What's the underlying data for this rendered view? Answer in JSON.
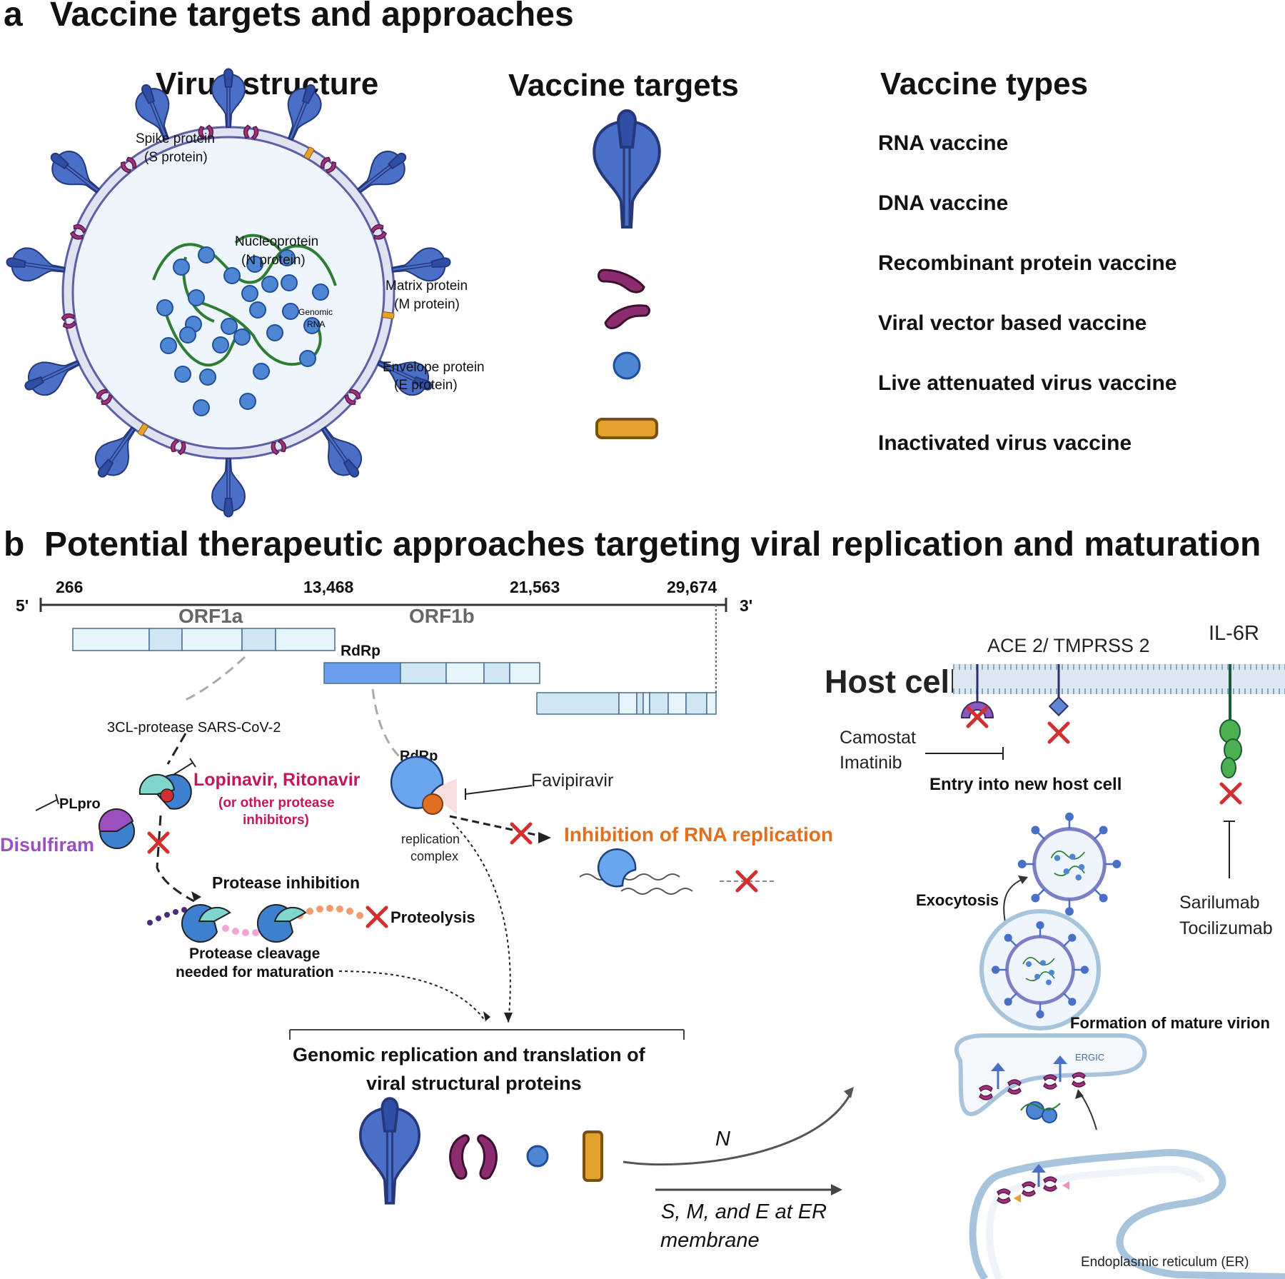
{
  "panel_a": {
    "letter": "a",
    "title": "Vaccine targets and approaches",
    "col_virus_structure": "Virus structure",
    "col_vaccine_targets": "Vaccine targets",
    "col_vaccine_types": "Vaccine types",
    "spike_line1": "Spike protein",
    "spike_line2": "(S protein)",
    "nucleo_line1": "Nucleoprotein",
    "nucleo_line2": "(N protein)",
    "matrix_line1": "Matrix protein",
    "matrix_line2": "(M protein)",
    "genomic_line1": "Genomic",
    "genomic_line2": "RNA",
    "envelope_line1": "Envelope protein",
    "envelope_line2": "(E protein)",
    "vaccine_types": [
      "RNA vaccine",
      "DNA vaccine",
      "Recombinant protein vaccine",
      "Viral vector based vaccine",
      "Live attenuated virus vaccine",
      "Inactivated virus vaccine"
    ]
  },
  "panel_b": {
    "letter": "b",
    "title": "Potential therapeutic approaches  targeting  viral replication and maturation",
    "genome": {
      "five_prime": "5'",
      "three_prime": "3'",
      "pos_266": "266",
      "pos_13468": "13,468",
      "pos_21563": "21,563",
      "pos_29674": "29,674",
      "orf1a": "ORF1a",
      "orf1b": "ORF1b",
      "rdrp": "RdRp"
    },
    "protease_3cl": "3CL-protease SARS-CoV-2",
    "lopinavir": "Lopinavir, Ritonavir",
    "other_inhib_1": "(or other protease",
    "other_inhib_2": "inhibitors)",
    "plpro": "PLpro",
    "disulfiram": "Disulfiram",
    "protease_inhibition": "Protease inhibition",
    "proteolysis": "Proteolysis",
    "cleavage_1": "Protease cleavage",
    "cleavage_2": "needed for maturation",
    "rdrp_small": "RdRp",
    "favipiravir": "Favipiravir",
    "replication_1": "replication",
    "replication_2": "complex",
    "inhibition_rna": "Inhibition  of RNA replication",
    "genomic_rep_1": "Genomic replication and translation of",
    "genomic_rep_2": "viral structural proteins",
    "n_label": "N",
    "sme_1": "S, M, and E at ER",
    "sme_2": "membrane",
    "host_cell": "Host cell",
    "ace2": "ACE 2/ TMPRSS 2",
    "il6r": "IL-6R",
    "camostat": "Camostat",
    "imatinib": "Imatinib",
    "entry": "Entry into new host cell",
    "exocytosis": "Exocytosis",
    "sarilumab": "Sarilumab",
    "tocilizumab": "Tocilizumab",
    "mature_virion": "Formation of mature virion",
    "ergic": "ERGIC",
    "er": "Endoplasmic reticulum (ER)"
  },
  "colors": {
    "spike": "#4a6fc7",
    "spike_dark": "#2b3f8c",
    "matrix": "#8b2c6e",
    "nucleo": "#4f86d4",
    "envelope": "#e3a12e",
    "rna": "#2e7d32",
    "envelope_ring": "#7b7fc4",
    "virus_fill": "#eef5fc",
    "inhibit_x": "#d32f2f",
    "lopinavir": "#c2185b",
    "disulfiram": "#9c4fbf",
    "inhibition_orange": "#e07020"
  }
}
